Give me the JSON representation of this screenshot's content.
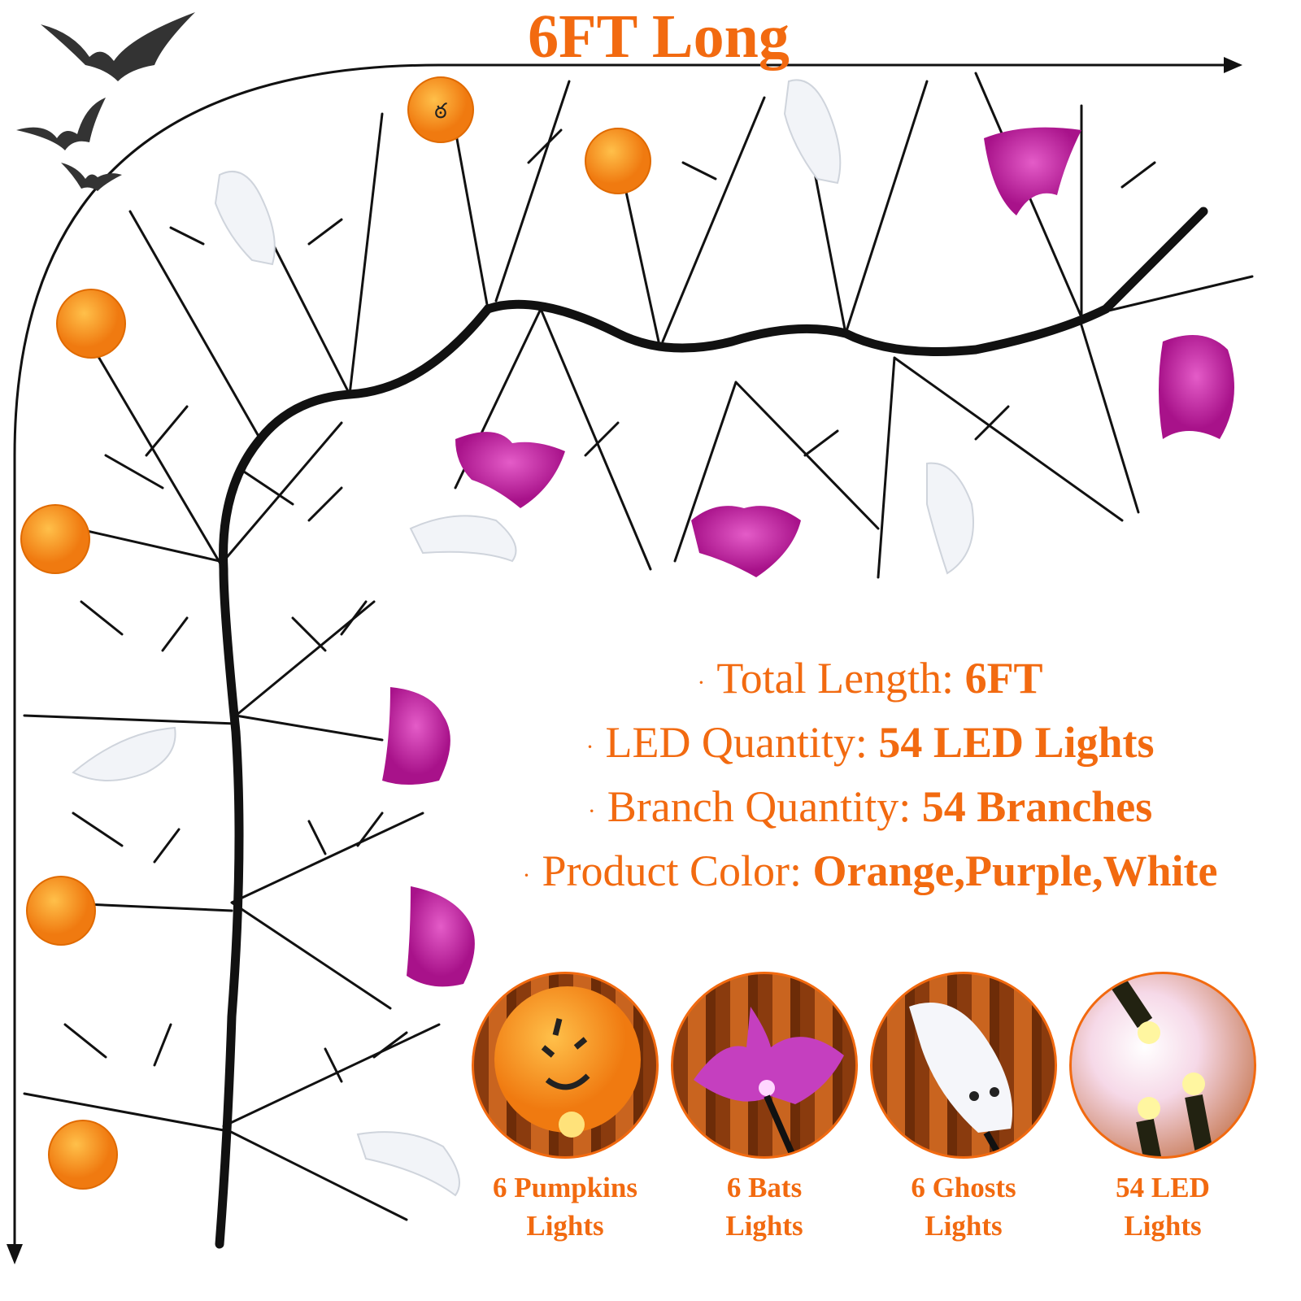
{
  "title": "6FT Long",
  "specs": [
    {
      "label": "Total Length:",
      "value": "6FT"
    },
    {
      "label": "LED Quantity:",
      "value": "54 LED Lights"
    },
    {
      "label": "Branch Quantity:",
      "value": "54 Branches"
    },
    {
      "label": "Product Color:",
      "value": "Orange,Purple,White"
    }
  ],
  "features": [
    {
      "line1": "6 Pumpkins",
      "line2": "Lights",
      "icon": "pumpkin-light"
    },
    {
      "line1": "6 Bats",
      "line2": "Lights",
      "icon": "bat-light"
    },
    {
      "line1": "6 Ghosts",
      "line2": "Lights",
      "icon": "ghost-light"
    },
    {
      "line1": "54 LED",
      "line2": "Lights",
      "icon": "led-bulb"
    }
  ],
  "colors": {
    "accent": "#f26a10",
    "pumpkin": "#f7931e",
    "bat": "#c2189a",
    "ghost": "#f2f4f8",
    "branch": "#111111"
  }
}
